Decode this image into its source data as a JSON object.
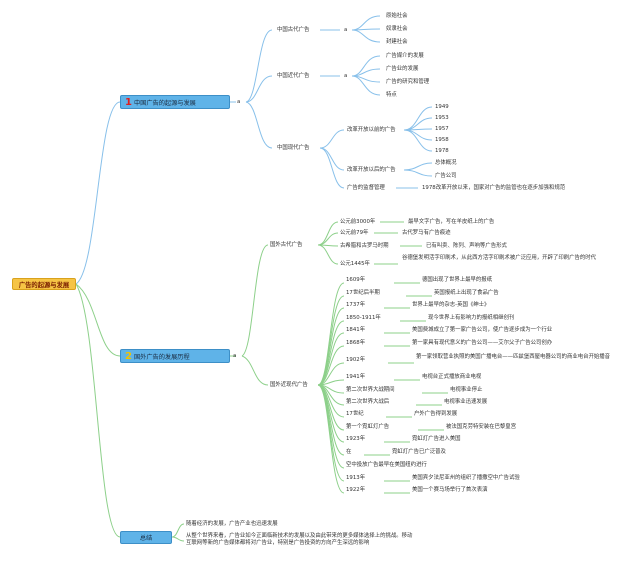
{
  "root": "广告的起源与发展",
  "b1": {
    "num": "1",
    "label": "中国广告的起源与发展",
    "a": "a"
  },
  "b2": {
    "num": "2",
    "label": "国外广告的发展历程",
    "a": "a"
  },
  "b3": {
    "label": "总结"
  },
  "china": {
    "ancient": {
      "label": "中国古代广告",
      "a": "a",
      "items": [
        "原始社会",
        "奴隶社会",
        "封建社会"
      ]
    },
    "modern": {
      "label": "中国近代广告",
      "a": "a",
      "items": [
        "广告媒介的发展",
        "广告业的发展",
        "广告的研究和管理",
        "特点"
      ]
    },
    "contemporary": {
      "label": "中国现代广告",
      "before": {
        "label": "改革开放以前的广告",
        "items": [
          "1949",
          "1953",
          "1957",
          "1958",
          "1978"
        ]
      },
      "after": {
        "label": "改革开放以后的广告",
        "items": [
          "总体概况",
          "广告公司"
        ]
      },
      "mgmt": {
        "label": "广告的监督管理",
        "text": "1978改革开放以来，国家对广告的监管也在逐步加强和规范"
      }
    }
  },
  "foreign": {
    "ancient": {
      "label": "国外古代广告",
      "rows": [
        {
          "k": "公元前3000年",
          "v": "最早文字广告，写在羊皮纸上的广告"
        },
        {
          "k": "公元前79年",
          "v": "古代罗马有广告痕迹"
        },
        {
          "k": "古希腊和古罗马时期",
          "v": "已有叫卖、陈列、声响等广告形式"
        },
        {
          "k": "公元1445年",
          "v": "谷德堡发明活字印刷术，从此西方活字印刷术被广泛应用，开辟了印刷广告的时代"
        }
      ]
    },
    "modern": {
      "label": "国外近现代广告",
      "rows": [
        {
          "k": "1609年",
          "v": "德国出现了世界上最早的报纸"
        },
        {
          "k": "17世纪后半期",
          "v": "英国报纸上出现了食品广告"
        },
        {
          "k": "1737年",
          "v": "世界上最早的杂志-英国《绅士》"
        },
        {
          "k": "1850-1911年",
          "v": "现今世界上有影响力的报纸相继创刊"
        },
        {
          "k": "1841年",
          "v": "美国费城成立了第一家广告公司，使广告逐步成为一个行业"
        },
        {
          "k": "1868年",
          "v": "第一家具有现代意义的广告公司——艾尔父子广告公司创办"
        },
        {
          "k": "1902年",
          "v": "第一家领取营业执照的美国广播电台——匹兹堡西屋电器公司的商业电台开始播音"
        },
        {
          "k": "1941年",
          "v": "电视台正式播放商业电视"
        },
        {
          "k": "第二次世界大战期间",
          "v": "电视事业停止"
        },
        {
          "k": "第二次世界大战后",
          "v": "电视事业迅速发展"
        },
        {
          "k": "17世纪",
          "v": "户外广告得到发展"
        },
        {
          "k": "第一个霓虹灯广告",
          "v": "被法国克劳特安装在巴黎皇宫"
        },
        {
          "k": "1923年",
          "v": "霓虹灯广告进入美国"
        },
        {
          "k": "在",
          "v": "霓虹灯广告已广泛普及"
        },
        {
          "k": "空中投放广告最早在美国纽约进行",
          "v": ""
        },
        {
          "k": "1913年",
          "v": "美国宾夕法尼亚州的组织了播撒空中广告试验"
        },
        {
          "k": "1922年",
          "v": "美国一个赛马场举行了首次表演"
        }
      ]
    }
  },
  "summary": [
    "随着经济的发展，广告产业也迅速发展",
    "从整个世界来看，广告业如今正面临新技术的发展以及由此带来的更多媒体选择上的挑战。移动互联网等新的广告媒体都将对广告业，特别是广告投资的方向产生深远的影响"
  ]
}
